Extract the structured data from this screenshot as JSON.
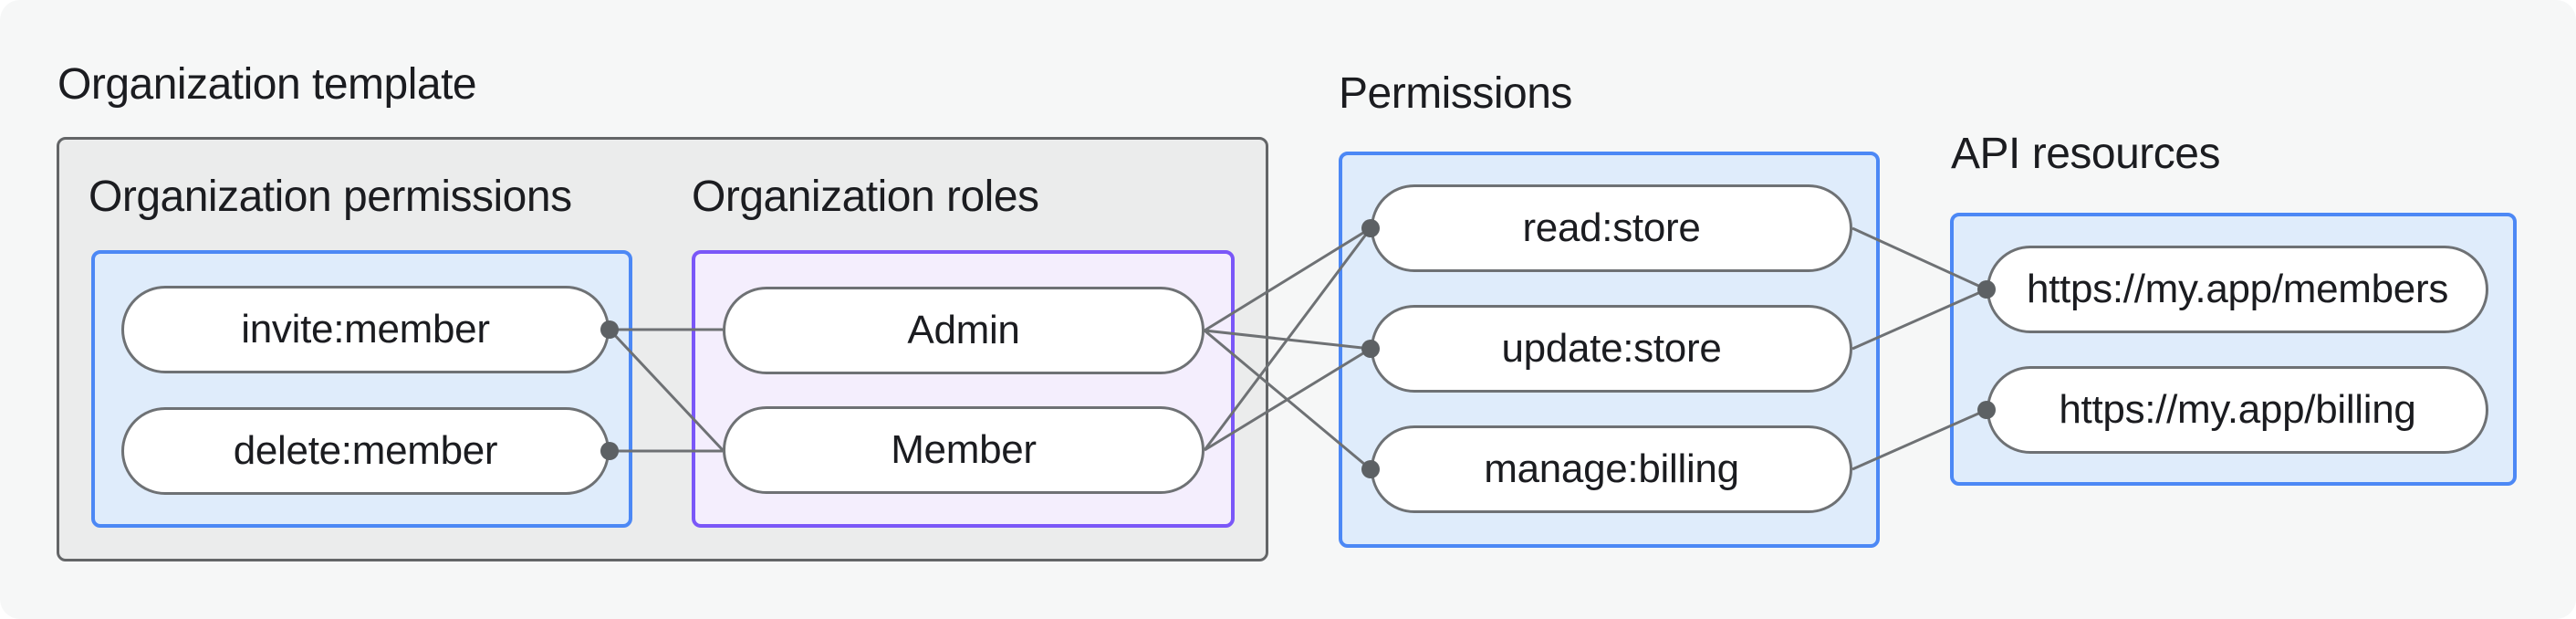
{
  "diagram": {
    "organization_template": {
      "label": "Organization template"
    },
    "organization_permissions": {
      "label": "Organization permissions",
      "pills": [
        "invite:member",
        "delete:member"
      ]
    },
    "organization_roles": {
      "label": "Organization roles",
      "pills": [
        "Admin",
        "Member"
      ]
    },
    "permissions": {
      "label": "Permissions",
      "pills": [
        "read:store",
        "update:store",
        "manage:billing"
      ]
    },
    "api_resources": {
      "label": "API resources",
      "pills": [
        "https://my.app/members",
        "https://my.app/billing"
      ]
    },
    "connections": [
      {
        "from": "invite:member",
        "to": "Admin"
      },
      {
        "from": "invite:member",
        "to": "Member"
      },
      {
        "from": "delete:member",
        "to": "Member"
      },
      {
        "from": "Admin",
        "to": "read:store"
      },
      {
        "from": "Admin",
        "to": "update:store"
      },
      {
        "from": "Admin",
        "to": "manage:billing"
      },
      {
        "from": "Member",
        "to": "read:store"
      },
      {
        "from": "Member",
        "to": "update:store"
      },
      {
        "from": "read:store",
        "to": "https://my.app/members"
      },
      {
        "from": "update:store",
        "to": "https://my.app/members"
      },
      {
        "from": "manage:billing",
        "to": "https://my.app/billing"
      }
    ],
    "colors": {
      "background": "#f6f7f7",
      "template_box_fill": "#ebecec",
      "template_box_border": "#636567",
      "blue_box_fill": "#dfecfb",
      "blue_box_border": "#4c88f5",
      "purple_box_fill": "#f4eefd",
      "purple_box_border": "#7a57f8",
      "pill_border": "#6e7174",
      "edge_line": "#6e7174",
      "connector_dot": "#5d6164",
      "text": "#1b1c20"
    }
  }
}
